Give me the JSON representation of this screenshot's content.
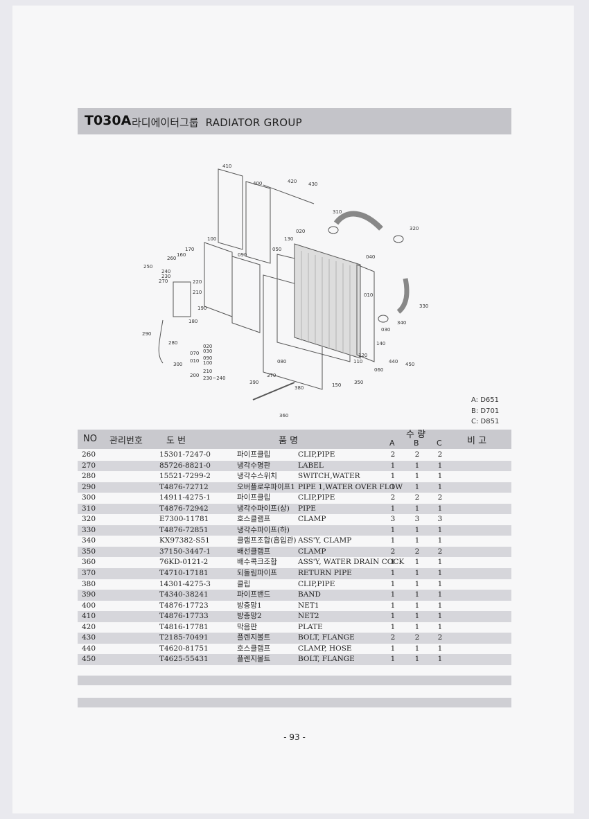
{
  "header": {
    "code": "T030A",
    "title_kr": "라디에이터그룹",
    "title_en": "RADIATOR GROUP"
  },
  "diagram": {
    "callouts": [
      "410",
      "400",
      "420",
      "430",
      "310",
      "320",
      "020",
      "130",
      "100",
      "050",
      "040",
      "170",
      "160",
      "260",
      "090",
      "250",
      "240",
      "230",
      "270",
      "220",
      "010",
      "210",
      "330",
      "190",
      "180",
      "340",
      "030",
      "290",
      "280",
      "020",
      "030",
      "140",
      "080",
      "090",
      "100",
      "010",
      "070",
      "300",
      "120",
      "110",
      "440",
      "450",
      "060",
      "200",
      "210",
      "230~240",
      "370",
      "390",
      "380",
      "150",
      "350",
      "360"
    ]
  },
  "models": [
    "A: D651",
    "B: D701",
    "C: D851"
  ],
  "table": {
    "headers": {
      "no": "NO",
      "mgmt": "관리번호",
      "drawing": "도      번",
      "name": "품        명",
      "qty": "수 량",
      "a": "A",
      "b": "B",
      "c": "C",
      "remark": "비   고"
    },
    "rows": [
      {
        "no": "260",
        "part": "15301-7247-0",
        "kr": "파이프클립",
        "en": "CLIP,PIPE",
        "a": "2",
        "b": "2",
        "c": "2"
      },
      {
        "no": "270",
        "part": "85726-8821-0",
        "kr": "냉각수명판",
        "en": "LABEL",
        "a": "1",
        "b": "1",
        "c": "1"
      },
      {
        "no": "280",
        "part": "15521-7299-2",
        "kr": "냉각수스위치",
        "en": "SWITCH,WATER",
        "a": "1",
        "b": "1",
        "c": "1"
      },
      {
        "no": "290",
        "part": "T4876-72712",
        "kr": "오버플로우파이프1",
        "en": "PIPE 1,WATER OVER FLOW",
        "a": "1",
        "b": "1",
        "c": "1"
      },
      {
        "no": "300",
        "part": "14911-4275-1",
        "kr": "파이프클립",
        "en": "CLIP,PIPE",
        "a": "2",
        "b": "2",
        "c": "2"
      },
      {
        "no": "310",
        "part": "T4876-72942",
        "kr": "냉각수파이프(상)",
        "en": "PIPE",
        "a": "1",
        "b": "1",
        "c": "1"
      },
      {
        "no": "320",
        "part": "E7300-11781",
        "kr": "호스클램프",
        "en": "CLAMP",
        "a": "3",
        "b": "3",
        "c": "3"
      },
      {
        "no": "330",
        "part": "T4876-72851",
        "kr": "냉각수파이프(하)",
        "en": "",
        "a": "1",
        "b": "1",
        "c": "1"
      },
      {
        "no": "340",
        "part": "KX97382-S51",
        "kr": "클램프조합(흡입관)",
        "en": "ASS'Y, CLAMP",
        "a": "1",
        "b": "1",
        "c": "1"
      },
      {
        "no": "350",
        "part": "37150-3447-1",
        "kr": "배선클램프",
        "en": "CLAMP",
        "a": "2",
        "b": "2",
        "c": "2"
      },
      {
        "no": "360",
        "part": "76KD-0121-2",
        "kr": "배수콕크조합",
        "en": "ASS'Y, WATER DRAIN COCK",
        "a": "1",
        "b": "1",
        "c": "1"
      },
      {
        "no": "370",
        "part": "T4710-17181",
        "kr": "되돌림파이프",
        "en": "RETURN PIPE",
        "a": "1",
        "b": "1",
        "c": "1"
      },
      {
        "no": "380",
        "part": "14301-4275-3",
        "kr": "클립",
        "en": "CLIP,PIPE",
        "a": "1",
        "b": "1",
        "c": "1"
      },
      {
        "no": "390",
        "part": "T4340-38241",
        "kr": "파이프밴드",
        "en": "BAND",
        "a": "1",
        "b": "1",
        "c": "1"
      },
      {
        "no": "400",
        "part": "T4876-17723",
        "kr": "방충망1",
        "en": "NET1",
        "a": "1",
        "b": "1",
        "c": "1"
      },
      {
        "no": "410",
        "part": "T4876-17733",
        "kr": "방충망2",
        "en": "NET2",
        "a": "1",
        "b": "1",
        "c": "1"
      },
      {
        "no": "420",
        "part": "T4816-17781",
        "kr": "막음판",
        "en": "PLATE",
        "a": "1",
        "b": "1",
        "c": "1"
      },
      {
        "no": "430",
        "part": "T2185-70491",
        "kr": "플렌지볼트",
        "en": "BOLT, FLANGE",
        "a": "2",
        "b": "2",
        "c": "2"
      },
      {
        "no": "440",
        "part": "T4620-81751",
        "kr": "호스클램프",
        "en": "CLAMP, HOSE",
        "a": "1",
        "b": "1",
        "c": "1"
      },
      {
        "no": "450",
        "part": "T4625-55431",
        "kr": "플렌지볼트",
        "en": "BOLT, FLANGE",
        "a": "1",
        "b": "1",
        "c": "1"
      }
    ]
  },
  "footer": {
    "page": "- 93 -"
  }
}
